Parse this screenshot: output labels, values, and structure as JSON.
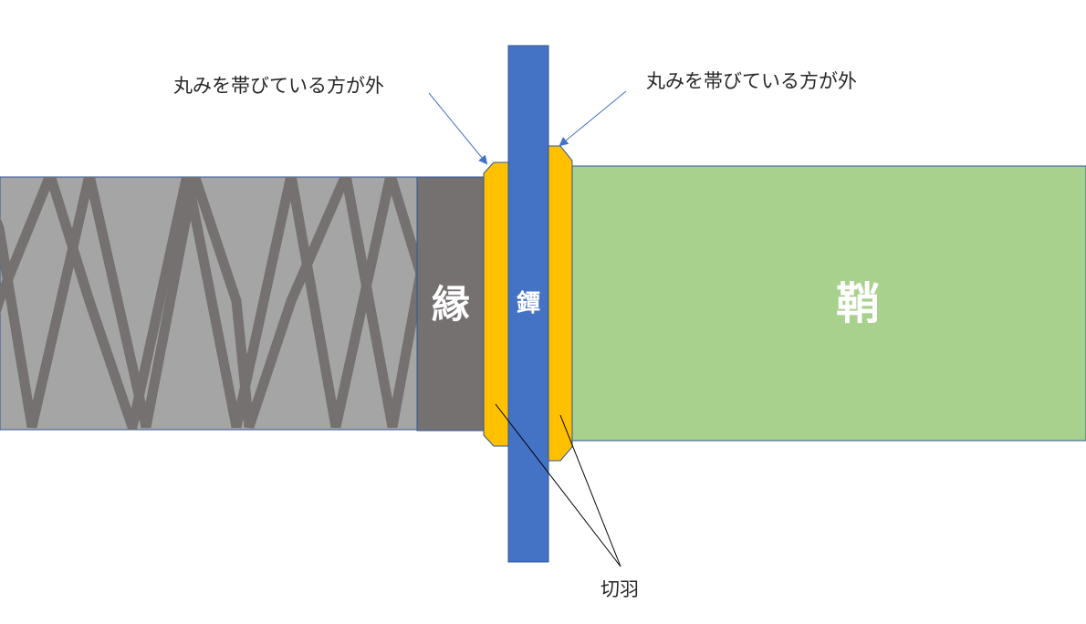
{
  "parts": {
    "fuchi": "縁",
    "tsuba": "鐔",
    "saya": "鞘"
  },
  "annotations": {
    "left_note": "丸みを帯びている方が外",
    "right_note": "丸みを帯びている方が外",
    "seppa": "切羽"
  },
  "colors": {
    "handle": "#a5a5a5",
    "handle_wrap": "#767171",
    "fuchi": "#767171",
    "seppa": "#ffc000",
    "tsuba": "#4472c4",
    "saya": "#a9d18e",
    "outline": "#2f5597",
    "arrow": "#4472c4",
    "leader": "#000000"
  }
}
